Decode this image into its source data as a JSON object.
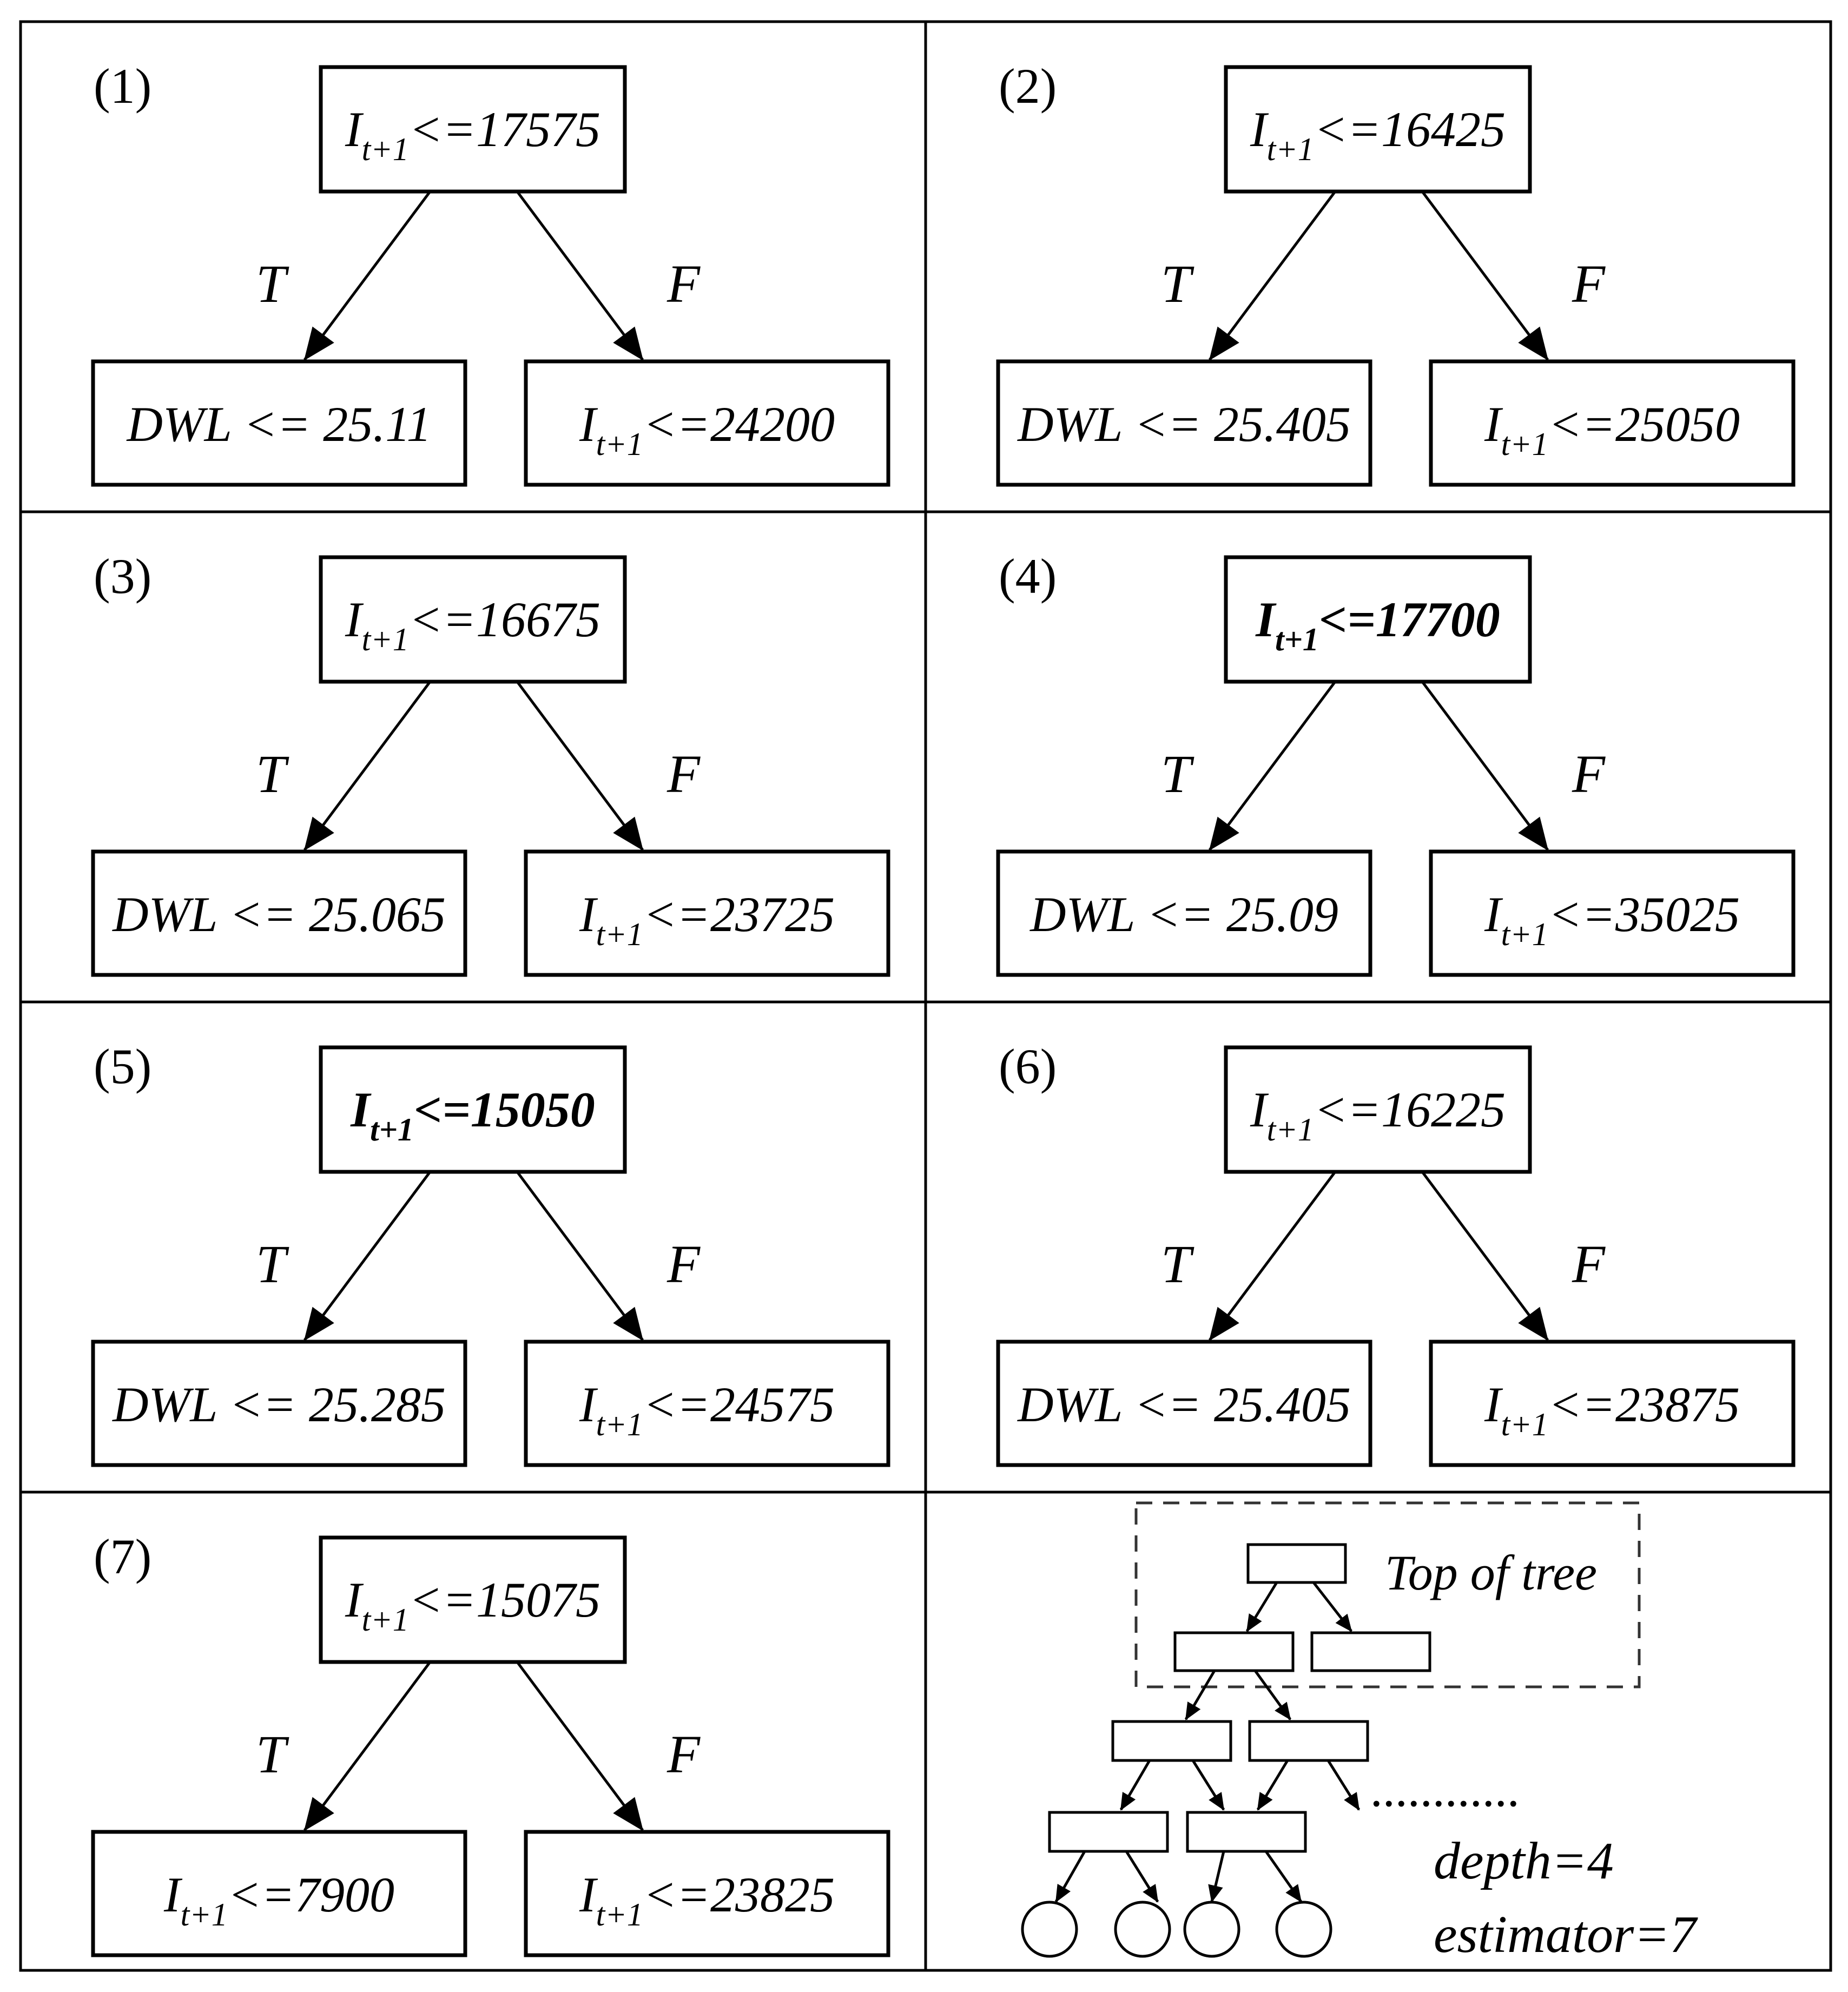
{
  "panels": [
    {
      "label": "(1)",
      "root": {
        "var": "I",
        "sub": "t+1",
        "op": "<=",
        "val": "17575",
        "bold": false
      },
      "true_label": "T",
      "false_label": "F",
      "left": {
        "text": "DWL <= 25.11"
      },
      "right": {
        "var": "I",
        "sub": "t+1",
        "op": "<=",
        "val": "24200"
      }
    },
    {
      "label": "(2)",
      "root": {
        "var": "I",
        "sub": "t+1",
        "op": "<=",
        "val": "16425",
        "bold": false
      },
      "true_label": "T",
      "false_label": "F",
      "left": {
        "text": "DWL <= 25.405"
      },
      "right": {
        "var": "I",
        "sub": "t+1",
        "op": "<=",
        "val": "25050"
      }
    },
    {
      "label": "(3)",
      "root": {
        "var": "I",
        "sub": "t+1",
        "op": "<=",
        "val": "16675",
        "bold": false
      },
      "true_label": "T",
      "false_label": "F",
      "left": {
        "text": "DWL <= 25.065"
      },
      "right": {
        "var": "I",
        "sub": "t+1",
        "op": "<=",
        "val": "23725"
      }
    },
    {
      "label": "(4)",
      "root": {
        "var": "I",
        "sub": "t+1",
        "op": "<=",
        "val": "17700",
        "bold": true
      },
      "true_label": "T",
      "false_label": "F",
      "left": {
        "text": "DWL <= 25.09"
      },
      "right": {
        "var": "I",
        "sub": "t+1",
        "op": "<=",
        "val": "35025"
      }
    },
    {
      "label": "(5)",
      "root": {
        "var": "I",
        "sub": "t+1",
        "op": "<=",
        "val": "15050",
        "bold": true
      },
      "true_label": "T",
      "false_label": "F",
      "left": {
        "text": "DWL <= 25.285"
      },
      "right": {
        "var": "I",
        "sub": "t+1",
        "op": "<=",
        "val": "24575"
      }
    },
    {
      "label": "(6)",
      "root": {
        "var": "I",
        "sub": "t+1",
        "op": "<=",
        "val": "16225",
        "bold": false
      },
      "true_label": "T",
      "false_label": "F",
      "left": {
        "text": "DWL <= 25.405"
      },
      "right": {
        "var": "I",
        "sub": "t+1",
        "op": "<=",
        "val": "23875"
      }
    },
    {
      "label": "(7)",
      "root": {
        "var": "I",
        "sub": "t+1",
        "op": "<=",
        "val": "15075",
        "bold": false
      },
      "true_label": "T",
      "false_label": "F",
      "left": {
        "var": "I",
        "sub": "t+1",
        "op": "<=",
        "val": "7900"
      },
      "right": {
        "var": "I",
        "sub": "t+1",
        "op": "<=",
        "val": "23825"
      }
    }
  ],
  "legend": {
    "top_label": "Top of tree",
    "dots": "............",
    "depth_label": "depth=4",
    "estimator_label": "estimator=7"
  }
}
